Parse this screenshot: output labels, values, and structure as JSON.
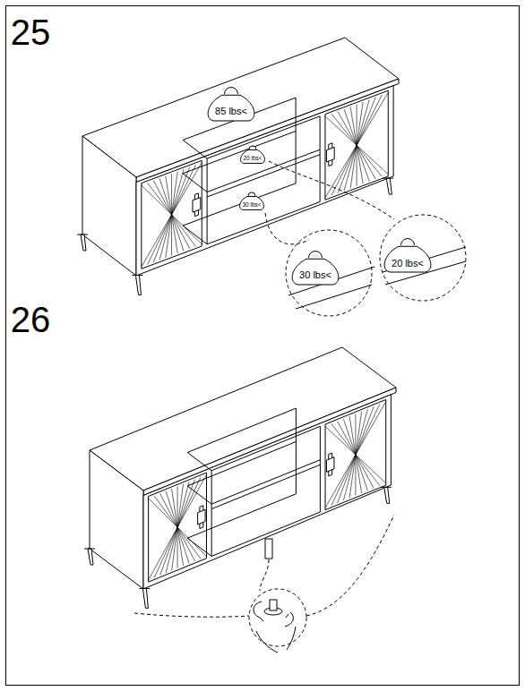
{
  "diagram": {
    "labels": [
      "25",
      "26",
      "85 lbs<",
      "20 lbs<",
      "30 lbs<",
      "30 lbs<",
      "20 lbs<"
    ]
  }
}
